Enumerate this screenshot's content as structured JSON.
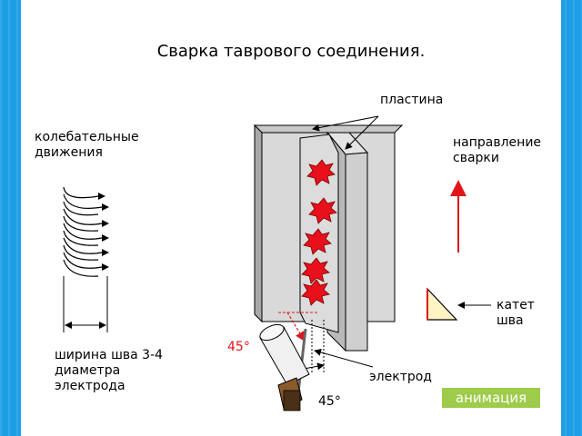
{
  "title": "Сварка таврового соединения.",
  "labels": {
    "plate": "пластина",
    "oscillation": "колебательные движения",
    "direction": "направление сварки",
    "leg": "катет шва",
    "width": "ширина шва 3-4 диаметра электрода",
    "electrode": "электрод",
    "angle_top": "45°",
    "angle_bottom": "45°"
  },
  "button": {
    "label": "анимация"
  },
  "colors": {
    "background": "#1e9ee6",
    "angle_text": "#e0161b",
    "arrow": "#e0161b",
    "button": "#9ecb4a",
    "spark": "#e8101b",
    "triangle_fill": "#fff3c4"
  }
}
